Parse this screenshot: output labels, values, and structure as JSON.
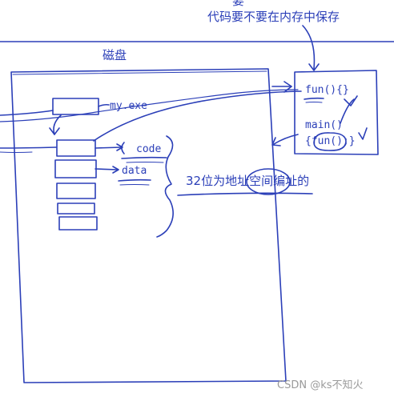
{
  "header": {
    "partial_top": "要",
    "question": "代码要不要在内存中保存"
  },
  "disk": {
    "title": "磁盘",
    "exe_label": "my.exe",
    "code_label": "code",
    "data_label": "data",
    "address_note": "32位为地址空间编址的"
  },
  "memory": {
    "line1": "fun(){}",
    "line2": "main()",
    "line3": "{fun();}"
  },
  "watermark": "CSDN @ks不知火",
  "colors": {
    "ink": "#2b3fb8",
    "watermark": "#9a9a9a"
  }
}
